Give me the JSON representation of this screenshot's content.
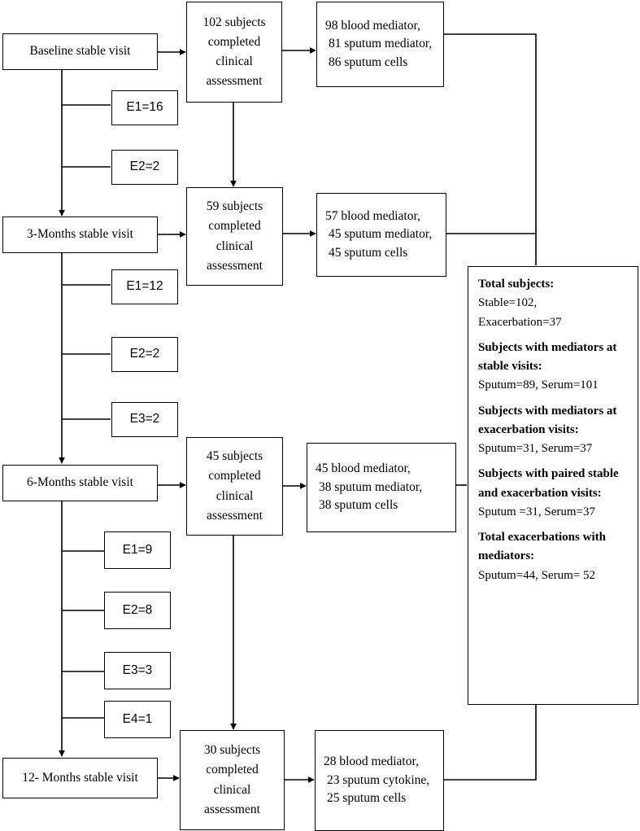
{
  "visits": [
    {
      "label": "Baseline stable visit"
    },
    {
      "label": "3-Months stable visit"
    },
    {
      "label": "6-Months stable visit"
    },
    {
      "label": "12- Months stable visit"
    }
  ],
  "assessments": [
    {
      "lines": [
        "102 subjects",
        "completed",
        "clinical",
        "assessment"
      ]
    },
    {
      "lines": [
        "59 subjects",
        "completed",
        "clinical",
        "assessment"
      ]
    },
    {
      "lines": [
        "45 subjects",
        "completed",
        "clinical",
        "assessment"
      ]
    },
    {
      "lines": [
        "30 subjects",
        "completed",
        "clinical",
        "assessment"
      ]
    }
  ],
  "samples": [
    {
      "lines": [
        "98 blood mediator,",
        "81 sputum mediator,",
        "86 sputum cells"
      ]
    },
    {
      "lines": [
        "57 blood mediator,",
        "45 sputum mediator,",
        "45 sputum cells"
      ]
    },
    {
      "lines": [
        "45 blood mediator,",
        "38 sputum mediator,",
        "38 sputum cells"
      ]
    },
    {
      "lines": [
        "28 blood mediator,",
        "23 sputum cytokine,",
        "25 sputum cells"
      ]
    }
  ],
  "exacerbations": {
    "baseline": [
      "E1=16",
      "E2=2"
    ],
    "three_months": [
      "E1=12",
      "E2=2",
      "E3=2"
    ],
    "six_months": [
      "E1=9",
      "E2=8",
      "E3=3",
      "E4=1"
    ]
  },
  "summary": {
    "sections": [
      {
        "heading": "Total subjects:",
        "lines": [
          "Stable=102,",
          "Exacerbation=37"
        ]
      },
      {
        "heading": "Subjects with mediators at stable visits:",
        "lines": [
          "Sputum=89, Serum=101"
        ]
      },
      {
        "heading": "Subjects with mediators at exacerbation visits:",
        "lines": [
          "Sputum=31, Serum=37"
        ]
      },
      {
        "heading": "Subjects with paired stable and exacerbation visits:",
        "lines": [
          "Sputum =31, Serum=37"
        ]
      },
      {
        "heading": "Total exacerbations with mediators:",
        "lines": [
          "Sputum=44, Serum= 52"
        ]
      }
    ]
  }
}
